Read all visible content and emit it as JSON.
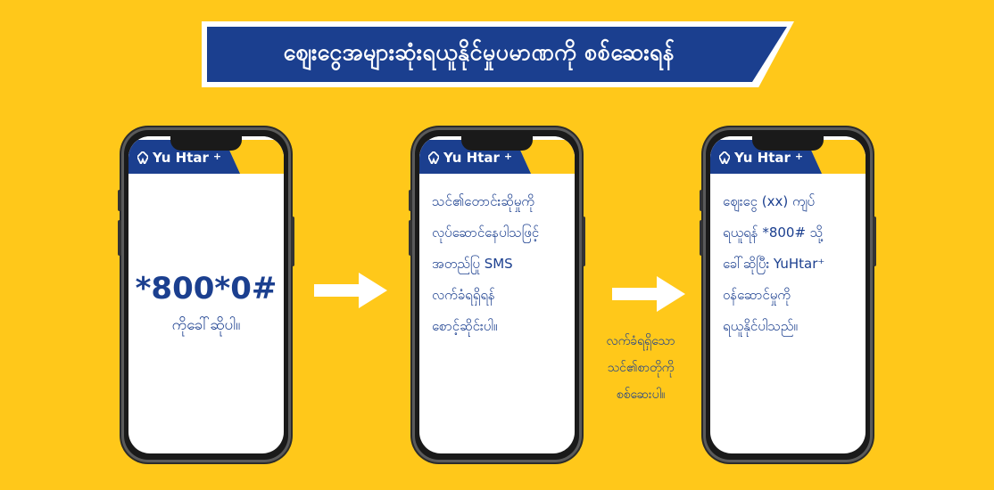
{
  "banner": {
    "title": "ဈေးငွေအများဆုံးရယူနိုင်မှုပမာဏကို စစ်ဆေးရန်"
  },
  "brand": {
    "name": "Yu Htar",
    "plus": "+"
  },
  "phones": [
    {
      "code": "*800*0#",
      "subtitle": "ကိုခေါ်ဆိုပါ။"
    },
    {
      "lines": [
        "သင်၏တောင်းဆိုမှုကို",
        "လုပ်ဆောင်နေပါသဖြင့်",
        "အတည်ပြု SMS",
        "လက်ခံရရှိရန်",
        "စောင့်ဆိုင်းပါ။"
      ]
    },
    {
      "lines": [
        "ဈေးငွေ (xx) ကျပ်",
        "ရယူရန် *800# သို့",
        "ခေါ်ဆိုပြီး YuHtar⁺",
        "ဝန်ဆောင်မှုကို",
        "ရယူနိုင်ပါသည်။"
      ]
    }
  ],
  "caption": {
    "lines": [
      "လက်ခံရရှိသော",
      "သင်၏စာတိုကို",
      "စစ်ဆေးပါ။"
    ]
  },
  "colors": {
    "background": "#ffc81a",
    "brand_blue": "#1b3f8f",
    "white": "#ffffff",
    "phone_frame": "#1a1a1a"
  }
}
